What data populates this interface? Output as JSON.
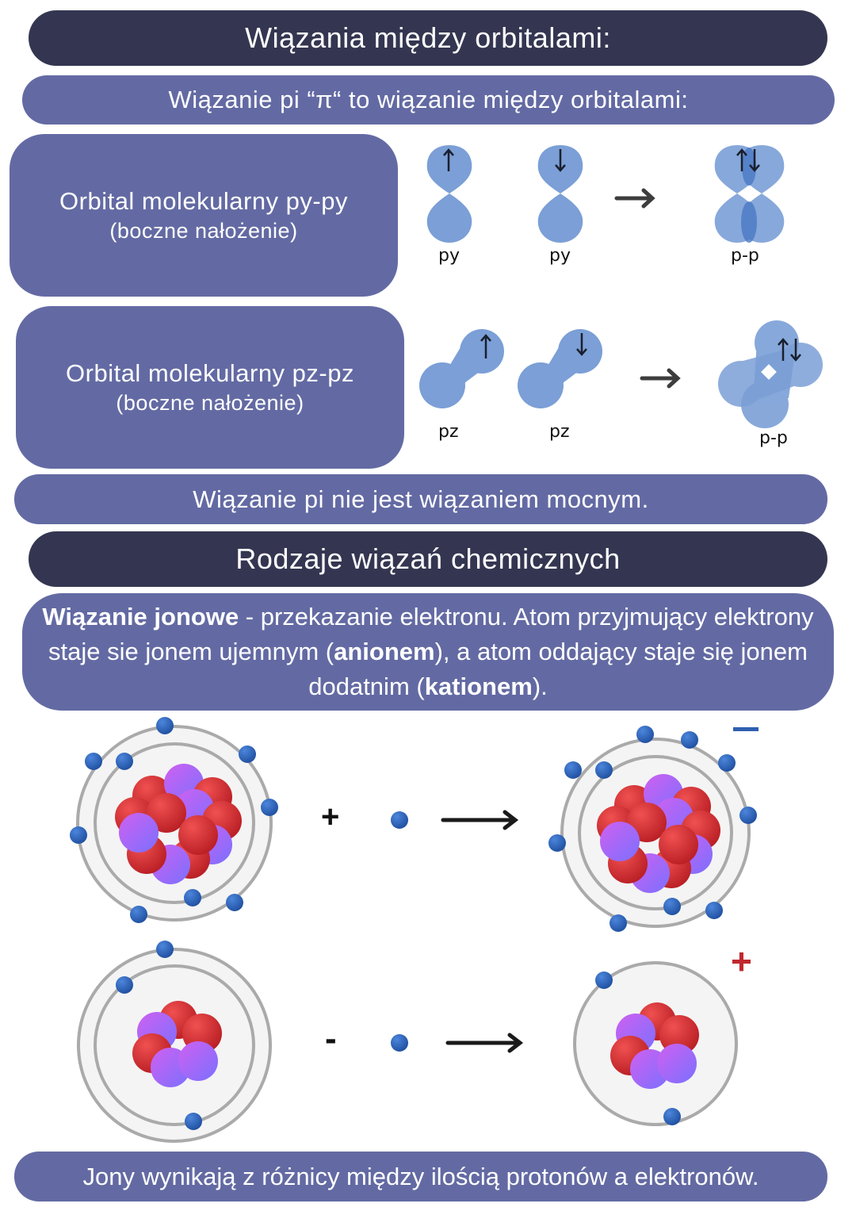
{
  "header1": {
    "title": "Wiązania między orbitalami:"
  },
  "pi_intro": {
    "text": "Wiązanie pi “π“ to wiązanie między orbitalami:"
  },
  "py_box": {
    "title": "Orbital molekularny py-py",
    "subtitle": "(boczne nałożenie)"
  },
  "py_diagram": {
    "labels": [
      "py",
      "py",
      "p-p"
    ],
    "spins": [
      "up-arrow-icon",
      "down-arrow-icon",
      "up-down-arrows-icon"
    ]
  },
  "pz_box": {
    "title": "Orbital molekularny pz-pz",
    "subtitle": "(boczne nałożenie)"
  },
  "pz_diagram": {
    "labels": [
      "pz",
      "pz",
      "p-p"
    ],
    "spins": [
      "up-arrow-icon",
      "down-arrow-icon",
      "up-down-arrows-icon"
    ]
  },
  "pi_note": {
    "text": "Wiązanie pi nie jest wiązaniem mocnym."
  },
  "header2": {
    "title": "Rodzaje wiązań chemicznych"
  },
  "ionic": {
    "term": "Wiązanie jonowe",
    "part1": " - przekazanie elektronu. Atom przyjmujący elektrony staje sie jonem ujemnym (",
    "anion": "anionem",
    "part2": "), a atom oddający staje się jonem dodatnim (",
    "cation": "kationem",
    "part3": ")."
  },
  "reaction1": {
    "operator": "+",
    "product_charge": "−"
  },
  "reaction2": {
    "operator": "-",
    "product_charge": "+"
  },
  "footer": {
    "text": "Jony wynikają z różnicy między ilością protonów a elektronów."
  },
  "colors": {
    "dark_pill": "#343651",
    "mid_pill": "#636aa3",
    "orbital": "#7b9fd6",
    "orbital_overlap": "#4a78c4",
    "proton": "#d93a3a",
    "neutron": "#9b6af2",
    "electron": "#2f66c2",
    "orbit_ring": "#a9a9a9",
    "anion_charge": "#2f5fb0",
    "cation_charge": "#c0282e"
  }
}
